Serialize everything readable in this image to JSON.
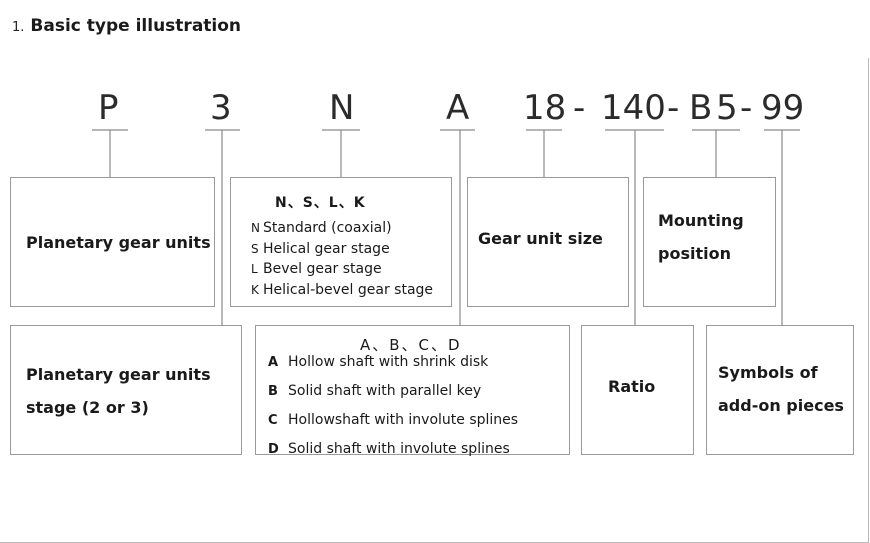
{
  "heading": {
    "number": "1.",
    "text": "Basic type illustration"
  },
  "code": {
    "P": "P",
    "three": "3",
    "N": "N",
    "A": "A",
    "eighteen": "18",
    "dash1": "-",
    "oneforty": "140",
    "dash2": "-",
    "B": "B",
    "five": "5",
    "dash3": "-",
    "ninetynine": "99"
  },
  "boxes": {
    "planetary_units": "Planetary gear units",
    "nslk_title": "N、S、L、K",
    "nslk_items": [
      {
        "letter": "N",
        "text": "Standard (coaxial)"
      },
      {
        "letter": "S",
        "text": "Helical gear stage"
      },
      {
        "letter": "L",
        "text": "Bevel gear stage"
      },
      {
        "letter": "K",
        "text": "Helical-bevel gear stage"
      }
    ],
    "gear_unit_size": "Gear unit size",
    "mounting_line1": "Mounting",
    "mounting_line2": "position",
    "stage_line1": "Planetary gear units",
    "stage_line2": "stage (2 or 3)",
    "abcd_title": "A、B、C、D",
    "abcd_items": [
      {
        "letter": "A",
        "text": "Hollow shaft with shrink disk"
      },
      {
        "letter": "B",
        "text": "Solid shaft with parallel key"
      },
      {
        "letter": "C",
        "text": "Hollowshaft with involute splines"
      },
      {
        "letter": "D",
        "text": "Solid shaft with involute splines"
      }
    ],
    "ratio": "Ratio",
    "symbols_line1": "Symbols of",
    "symbols_line2": "add-on pieces"
  }
}
